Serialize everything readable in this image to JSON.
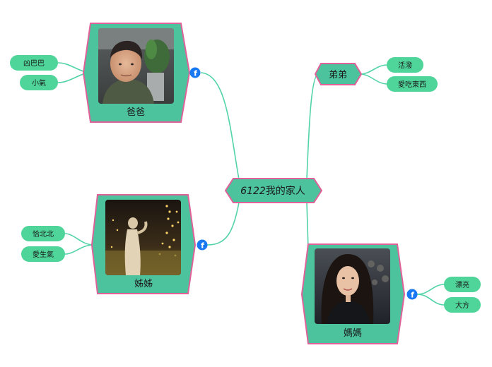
{
  "colors": {
    "node_fill": "#4dc39d",
    "node_border": "#e0609a",
    "connector": "#52d3a8",
    "pill_fill": "#4fd49a",
    "fb_blue": "#1877f2"
  },
  "center": {
    "number": "6122",
    "label": "我的家人"
  },
  "nodes": {
    "dad": {
      "label": "爸爸",
      "photo_icon": "man-portrait-photo",
      "link_icon": "facebook-icon",
      "tags": [
        "凶巴巴",
        "小氣"
      ]
    },
    "sister": {
      "label": "姊姊",
      "photo_icon": "night-statue-photo",
      "link_icon": "facebook-icon",
      "tags": [
        "恰北北",
        "愛生氣"
      ]
    },
    "brother": {
      "label": "弟弟",
      "tags": [
        "活潑",
        "愛吃東西"
      ]
    },
    "mom": {
      "label": "媽媽",
      "photo_icon": "woman-portrait-photo",
      "link_icon": "facebook-icon",
      "tags": [
        "漂亮",
        "大方"
      ]
    }
  }
}
